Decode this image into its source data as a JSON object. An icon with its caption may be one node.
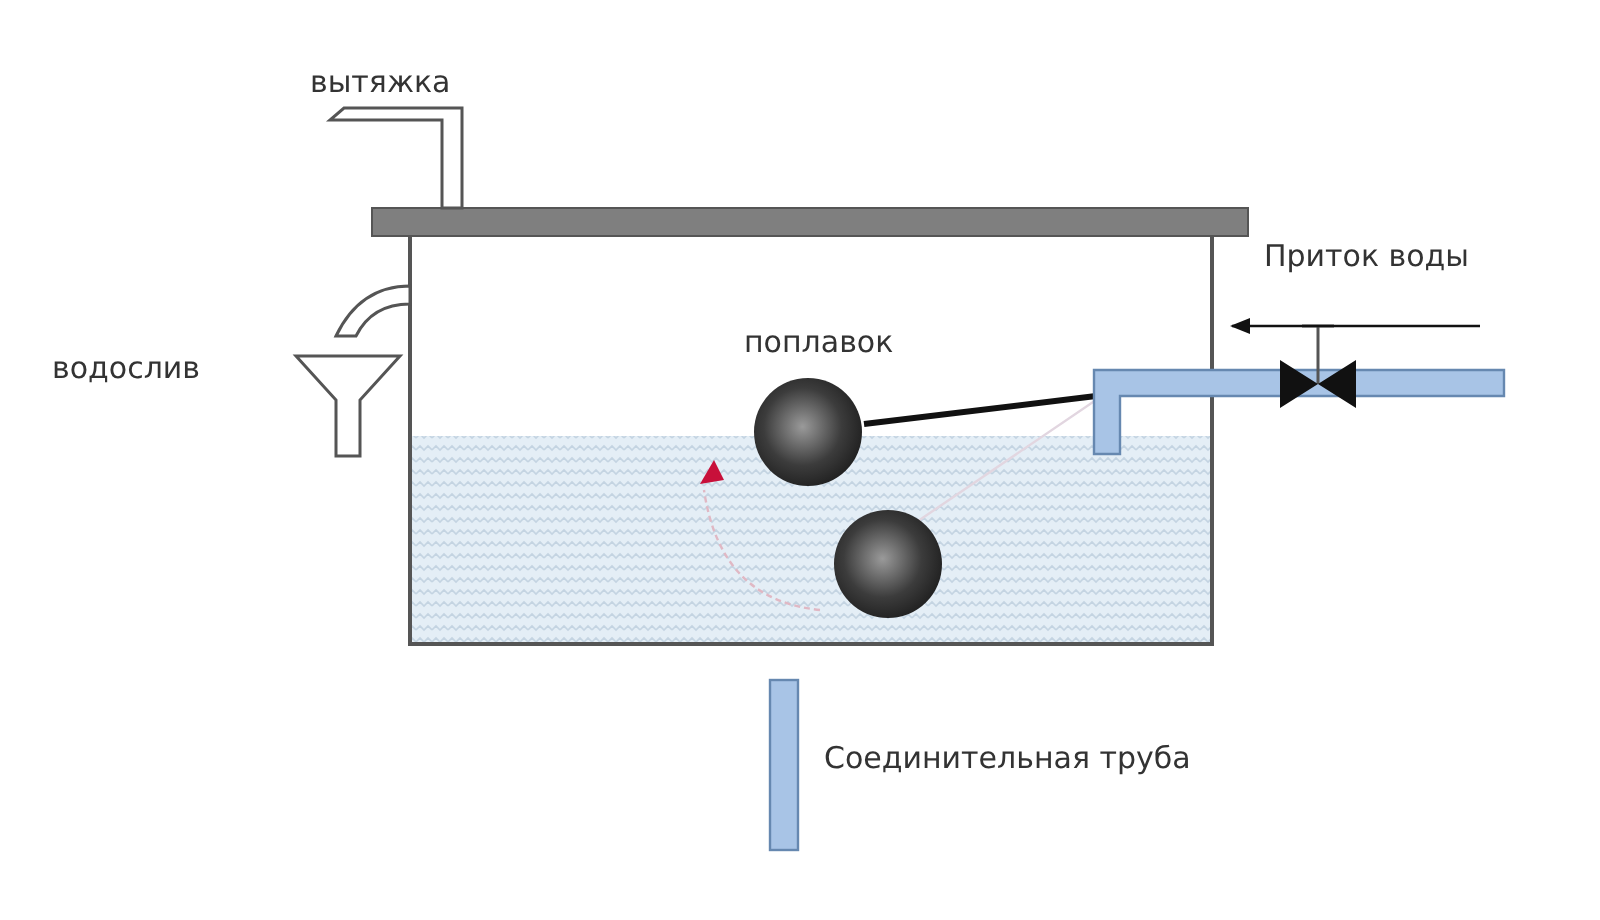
{
  "diagram": {
    "labels": [
      "вытяжка",
      "Приток воды",
      "водослив",
      "поплавок",
      "Соединительная труба"
    ]
  }
}
